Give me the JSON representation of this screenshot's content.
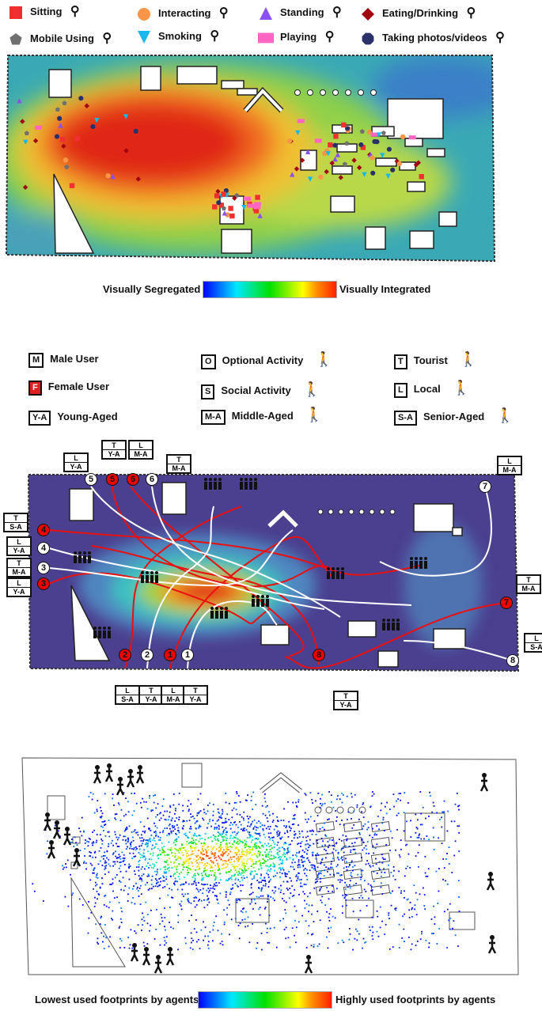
{
  "activity_legend": [
    {
      "label": "Sitting",
      "shape": "square",
      "color": "#f03030",
      "icon": "sitting-person-icon"
    },
    {
      "label": "Interacting",
      "shape": "circle",
      "color": "#f89548",
      "icon": "group-interacting-icon"
    },
    {
      "label": "Standing",
      "shape": "triangle-up",
      "color": "#8a4ff5",
      "icon": "standing-person-icon"
    },
    {
      "label": "Eating/Drinking",
      "shape": "diamond",
      "color": "#a00010",
      "icon": "bowl-cup-icon"
    },
    {
      "label": "Mobile Using",
      "shape": "pentagon",
      "color": "#707070",
      "icon": "phone-icon"
    },
    {
      "label": "Smoking",
      "shape": "triangle-down",
      "color": "#18b8ee",
      "icon": "cigarette-icon"
    },
    {
      "label": "Playing",
      "shape": "rectangle",
      "color": "#ff66c4",
      "icon": "playing-people-icon"
    },
    {
      "label": "Taking photos/videos",
      "shape": "octagon",
      "color": "#2a3068",
      "icon": "camera-icon"
    }
  ],
  "visibility_scale": {
    "low": "Visually Segregated",
    "high": "Visually Integrated"
  },
  "user_legend": [
    {
      "code": "M",
      "label": "Male User"
    },
    {
      "code": "F",
      "label": "Female User"
    },
    {
      "code": "Y-A",
      "label": "Young-Aged"
    },
    {
      "code": "O",
      "label": "Optional Activity"
    },
    {
      "code": "S",
      "label": "Social Activity"
    },
    {
      "code": "M-A",
      "label": "Middle-Aged"
    },
    {
      "code": "T",
      "label": "Tourist"
    },
    {
      "code": "L",
      "label": "Local"
    },
    {
      "code": "S-A",
      "label": "Senior-Aged"
    }
  ],
  "entries": [
    {
      "n": "5",
      "gender": "M",
      "type": "L",
      "age": "Y-A"
    },
    {
      "n": "5",
      "gender": "F",
      "type": "T",
      "age": "Y-A"
    },
    {
      "n": "6",
      "gender": "F",
      "type": "L",
      "age": "M-A"
    },
    {
      "n": "6",
      "gender": "M",
      "type": "T",
      "age": "M-A"
    },
    {
      "n": "4",
      "gender": "F",
      "type": "T",
      "age": "S-A"
    },
    {
      "n": "4",
      "gender": "M",
      "type": "L",
      "age": "Y-A"
    },
    {
      "n": "3",
      "gender": "M",
      "type": "T",
      "age": "M-A"
    },
    {
      "n": "3",
      "gender": "F",
      "type": "L",
      "age": "Y-A"
    },
    {
      "n": "2",
      "gender": "F",
      "type": "L",
      "age": "S-A"
    },
    {
      "n": "2",
      "gender": "M",
      "type": "T",
      "age": "Y-A"
    },
    {
      "n": "1",
      "gender": "F",
      "type": "L",
      "age": "M-A"
    },
    {
      "n": "1",
      "gender": "M",
      "type": "T",
      "age": "Y-A"
    },
    {
      "n": "8",
      "gender": "F",
      "type": "T",
      "age": "Y-A"
    },
    {
      "n": "7",
      "gender": "M",
      "type": "L",
      "age": "M-A"
    },
    {
      "n": "7",
      "gender": "F",
      "type": "T",
      "age": "M-A"
    },
    {
      "n": "8",
      "gender": "M",
      "type": "L",
      "age": "S-A"
    }
  ],
  "footprint_scale": {
    "low": "Lowest used footprints by agents",
    "high": "Highly used footprints by agents"
  },
  "colors": {
    "purple_bg": "#4b3f8f",
    "teal_bg": "#3aa9b5",
    "female": "#e00000",
    "male": "#ffffff"
  }
}
